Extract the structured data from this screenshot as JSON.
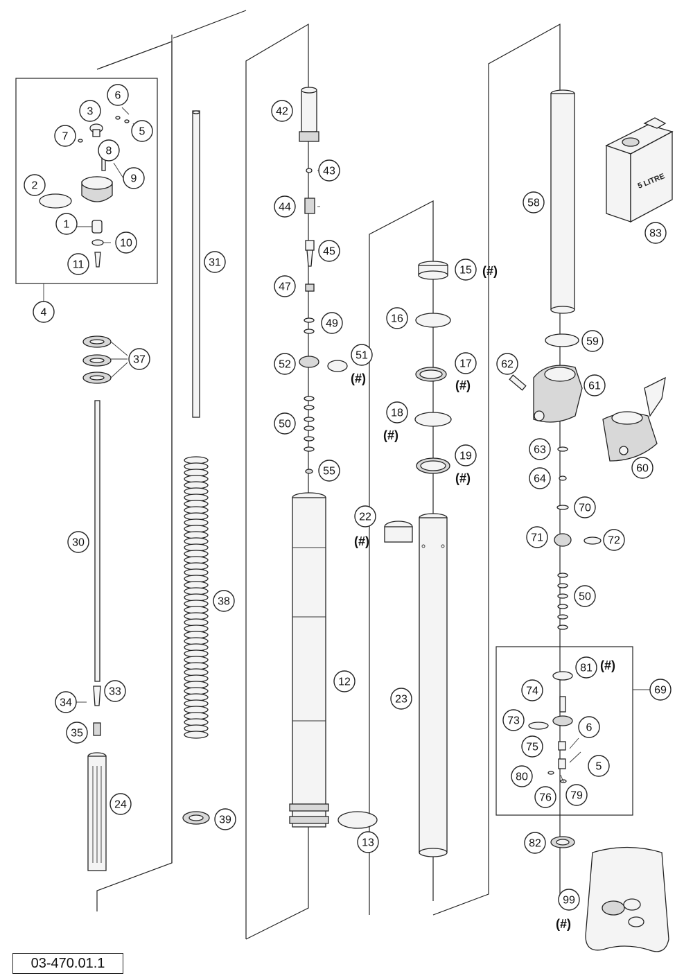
{
  "diagram": {
    "type": "exploded-parts-diagram",
    "document_code": "03-470.01.1",
    "hash_marker": "(#)",
    "can_label": "5 LITRE",
    "parts": [
      {
        "number": "1",
        "marked": false
      },
      {
        "number": "2",
        "marked": false
      },
      {
        "number": "3",
        "marked": false
      },
      {
        "number": "4",
        "marked": false
      },
      {
        "number": "5",
        "marked": false
      },
      {
        "number": "6",
        "marked": false
      },
      {
        "number": "7",
        "marked": false
      },
      {
        "number": "8",
        "marked": false
      },
      {
        "number": "9",
        "marked": false
      },
      {
        "number": "10",
        "marked": false
      },
      {
        "number": "11",
        "marked": false
      },
      {
        "number": "12",
        "marked": false
      },
      {
        "number": "13",
        "marked": false
      },
      {
        "number": "15",
        "marked": true
      },
      {
        "number": "16",
        "marked": false
      },
      {
        "number": "17",
        "marked": true
      },
      {
        "number": "18",
        "marked": true
      },
      {
        "number": "19",
        "marked": true
      },
      {
        "number": "22",
        "marked": true
      },
      {
        "number": "23",
        "marked": false
      },
      {
        "number": "24",
        "marked": false
      },
      {
        "number": "30",
        "marked": false
      },
      {
        "number": "31",
        "marked": false
      },
      {
        "number": "33",
        "marked": false
      },
      {
        "number": "34",
        "marked": false
      },
      {
        "number": "35",
        "marked": false
      },
      {
        "number": "37",
        "marked": false
      },
      {
        "number": "38",
        "marked": false
      },
      {
        "number": "39",
        "marked": false
      },
      {
        "number": "42",
        "marked": false
      },
      {
        "number": "43",
        "marked": false
      },
      {
        "number": "44",
        "marked": false
      },
      {
        "number": "45",
        "marked": false
      },
      {
        "number": "47",
        "marked": false
      },
      {
        "number": "49",
        "marked": false
      },
      {
        "number": "50",
        "marked": false
      },
      {
        "number": "51",
        "marked": true
      },
      {
        "number": "52",
        "marked": false
      },
      {
        "number": "55",
        "marked": false
      },
      {
        "number": "58",
        "marked": false
      },
      {
        "number": "59",
        "marked": false
      },
      {
        "number": "60",
        "marked": false
      },
      {
        "number": "61",
        "marked": false
      },
      {
        "number": "62",
        "marked": false
      },
      {
        "number": "63",
        "marked": false
      },
      {
        "number": "64",
        "marked": false
      },
      {
        "number": "69",
        "marked": false
      },
      {
        "number": "70",
        "marked": false
      },
      {
        "number": "71",
        "marked": false
      },
      {
        "number": "72",
        "marked": false
      },
      {
        "number": "73",
        "marked": false
      },
      {
        "number": "74",
        "marked": false
      },
      {
        "number": "75",
        "marked": false
      },
      {
        "number": "76",
        "marked": false
      },
      {
        "number": "79",
        "marked": false
      },
      {
        "number": "80",
        "marked": false
      },
      {
        "number": "81",
        "marked": true
      },
      {
        "number": "82",
        "marked": false
      },
      {
        "number": "83",
        "marked": false
      },
      {
        "number": "99",
        "marked": true
      }
    ]
  }
}
